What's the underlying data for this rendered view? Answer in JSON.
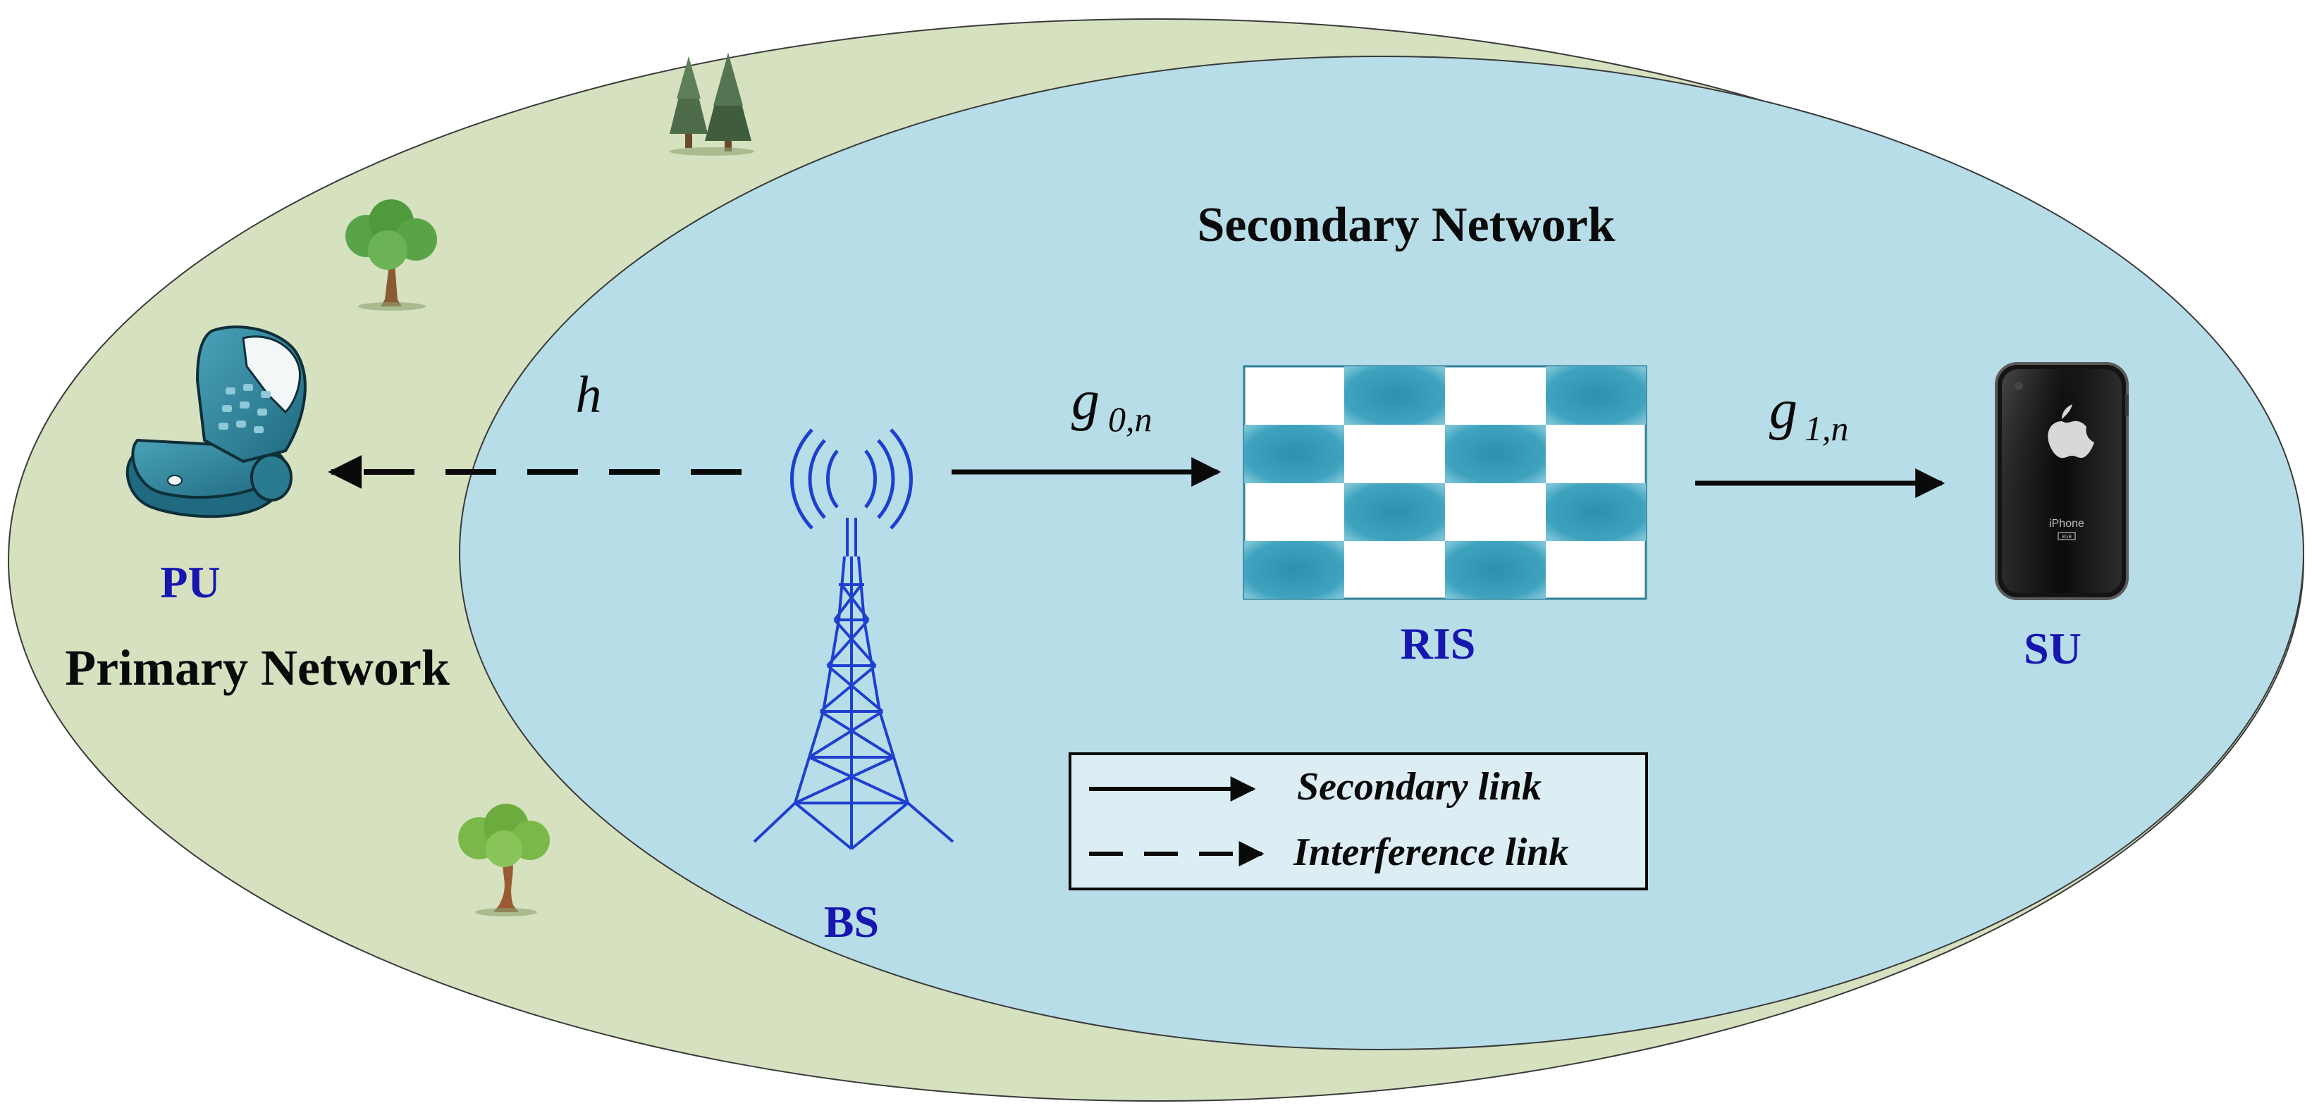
{
  "networks": {
    "primary_label": "Primary Network",
    "secondary_label": "Secondary Network"
  },
  "nodes": {
    "pu": "PU",
    "bs": "BS",
    "ris": "RIS",
    "su": "SU"
  },
  "channels": {
    "h": "h",
    "g0_base": "g",
    "g0_sub": "0,",
    "g0_sub_n": "n",
    "g1_base": "g",
    "g1_sub": "1,",
    "g1_sub_n": "n"
  },
  "legend": {
    "secondary_link": "Secondary link",
    "interference_link": "Interference link"
  },
  "phone_screen": {
    "brand": "iPhone",
    "capacity": "8GB"
  },
  "colors": {
    "primary_area": "#d6e1c0",
    "secondary_area": "#b7dde8",
    "node_label": "#1616b0",
    "ris_cell": "#3a9db9",
    "antenna": "#1e3fd0",
    "pu_phone": "#2e7f96"
  }
}
